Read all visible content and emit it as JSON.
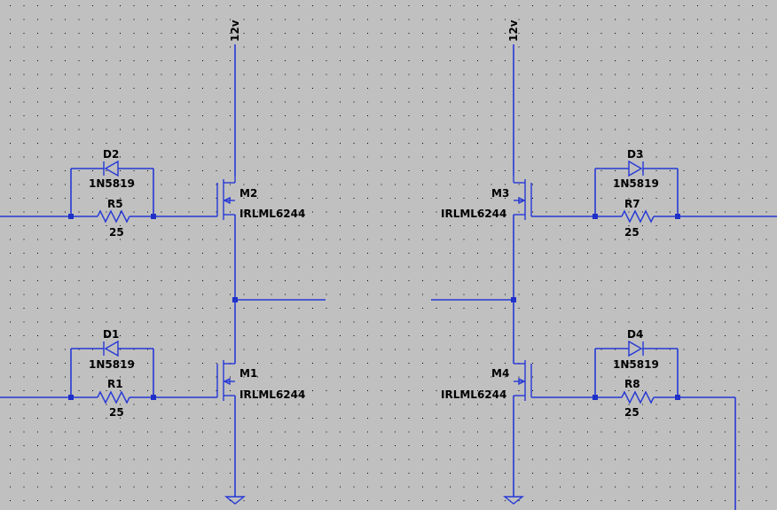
{
  "supply": {
    "left": "12v",
    "right": "12v"
  },
  "mosfets": [
    {
      "ref": "M2",
      "part": "IRLML6244"
    },
    {
      "ref": "M1",
      "part": "IRLML6244"
    },
    {
      "ref": "M3",
      "part": "IRLML6244"
    },
    {
      "ref": "M4",
      "part": "IRLML6244"
    }
  ],
  "diodes": [
    {
      "ref": "D2",
      "part": "1N5819"
    },
    {
      "ref": "D1",
      "part": "1N5819"
    },
    {
      "ref": "D3",
      "part": "1N5819"
    },
    {
      "ref": "D4",
      "part": "1N5819"
    }
  ],
  "resistors": [
    {
      "ref": "R5",
      "value": "25"
    },
    {
      "ref": "R1",
      "value": "25"
    },
    {
      "ref": "R7",
      "value": "25"
    },
    {
      "ref": "R8",
      "value": "25"
    }
  ],
  "colors": {
    "background": "#c0c0c0",
    "wire": "#2638d6",
    "grid": "#000000",
    "label": "#000000"
  }
}
